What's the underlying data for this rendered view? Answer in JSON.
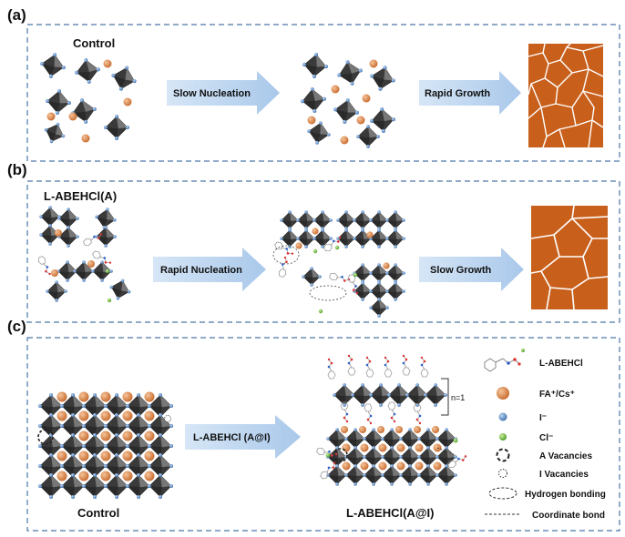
{
  "panels": [
    {
      "letter": "(a)",
      "title": "Control",
      "arrow1": "Slow Nucleation",
      "arrow2": "Rapid Growth"
    },
    {
      "letter": "(b)",
      "title": "L-ABEHCl(A)",
      "arrow1": "Rapid Nucleation",
      "arrow2": "Slow Growth"
    },
    {
      "letter": "(c)",
      "left_label": "Control",
      "arrow": "L-ABEHCl (A@I)",
      "right_label": "L-ABEHCl(A@I)",
      "bracket_label": "n=1"
    }
  ],
  "legend": [
    {
      "symbol": "molecule",
      "label": "L-ABEHCl"
    },
    {
      "symbol": "orange-sphere",
      "label": "FA⁺/Cs⁺"
    },
    {
      "symbol": "blue-sphere",
      "label": "I⁻"
    },
    {
      "symbol": "green-sphere",
      "label": "Cl⁻"
    },
    {
      "symbol": "dashed-circle-bold",
      "label": "A  Vacancies"
    },
    {
      "symbol": "dotted-circle",
      "label": "I  Vacancies"
    },
    {
      "symbol": "dashed-ellipse",
      "label": "Hydrogen bonding"
    },
    {
      "symbol": "dashed-line",
      "label": "Coordinate bond"
    }
  ],
  "colors": {
    "frame": "#4a78a8",
    "arrow_fill": "#b9d3ee",
    "octahedron_dark": "#3a3a3a",
    "octahedron_light": "#6b6b6b",
    "cation": "#d9874e",
    "iodide": "#6a95c8",
    "chloride": "#7cc24a",
    "film": "#c8601c"
  }
}
